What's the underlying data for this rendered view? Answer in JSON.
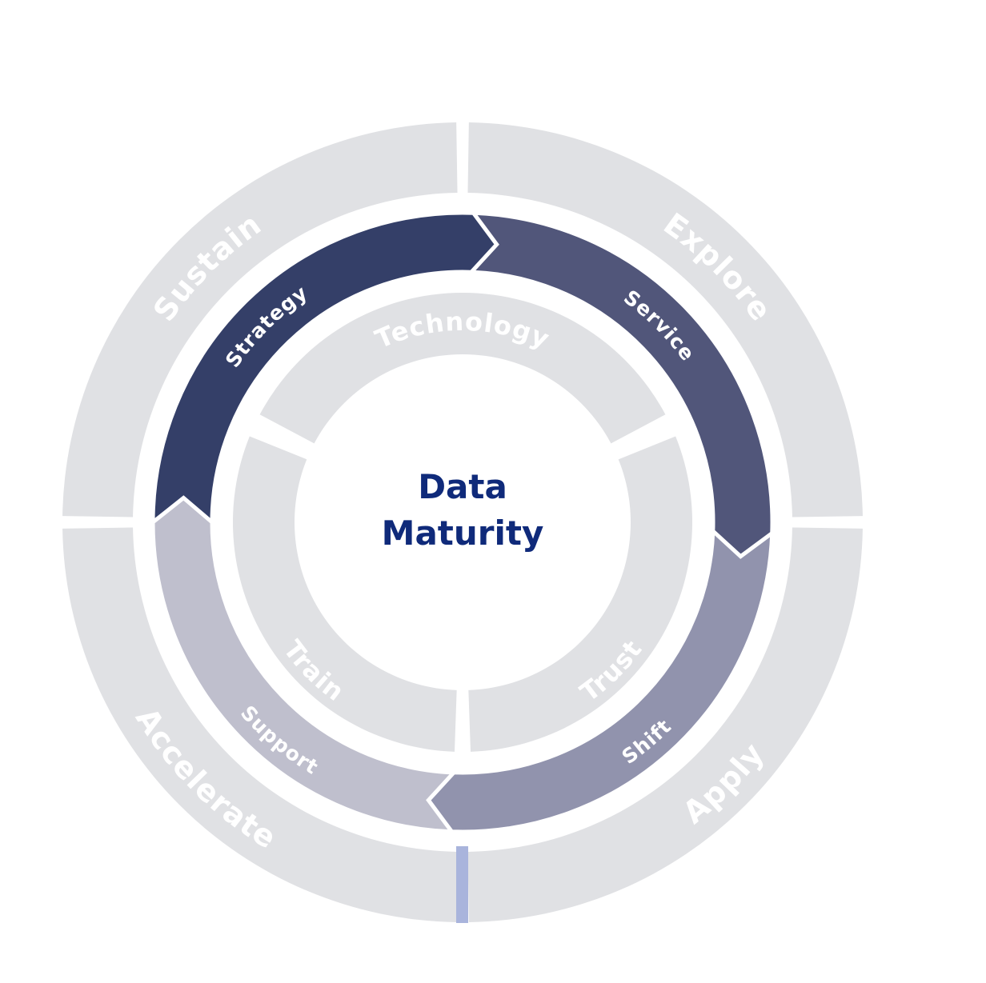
{
  "center": {
    "line1": "Data",
    "line2": "Maturity"
  },
  "outer_ring": [
    {
      "key": "explore",
      "label": "Explore"
    },
    {
      "key": "apply",
      "label": "Apply"
    },
    {
      "key": "accelerate",
      "label": "Accelerate"
    },
    {
      "key": "sustain",
      "label": "Sustain"
    }
  ],
  "cycle_ring": [
    {
      "key": "strategy",
      "label": "Strategy",
      "color": "#343f68"
    },
    {
      "key": "service",
      "label": "Service",
      "color": "#51567a"
    },
    {
      "key": "shift",
      "label": "Shift",
      "color": "#9193ad"
    },
    {
      "key": "support",
      "label": "Support",
      "color": "#bfbfcd"
    }
  ],
  "inner_ring": [
    {
      "key": "technology",
      "label": "Technology"
    },
    {
      "key": "trust",
      "label": "Trust"
    },
    {
      "key": "train",
      "label": "Train"
    }
  ],
  "colors": {
    "ring_gray": "#e0e1e4",
    "label_on_gray": "#ffffff",
    "label_on_cycle": "#ffffff",
    "center_text": "#0f2a7a",
    "divider_accent": "#a9b4dc",
    "background": "#ffffff"
  }
}
